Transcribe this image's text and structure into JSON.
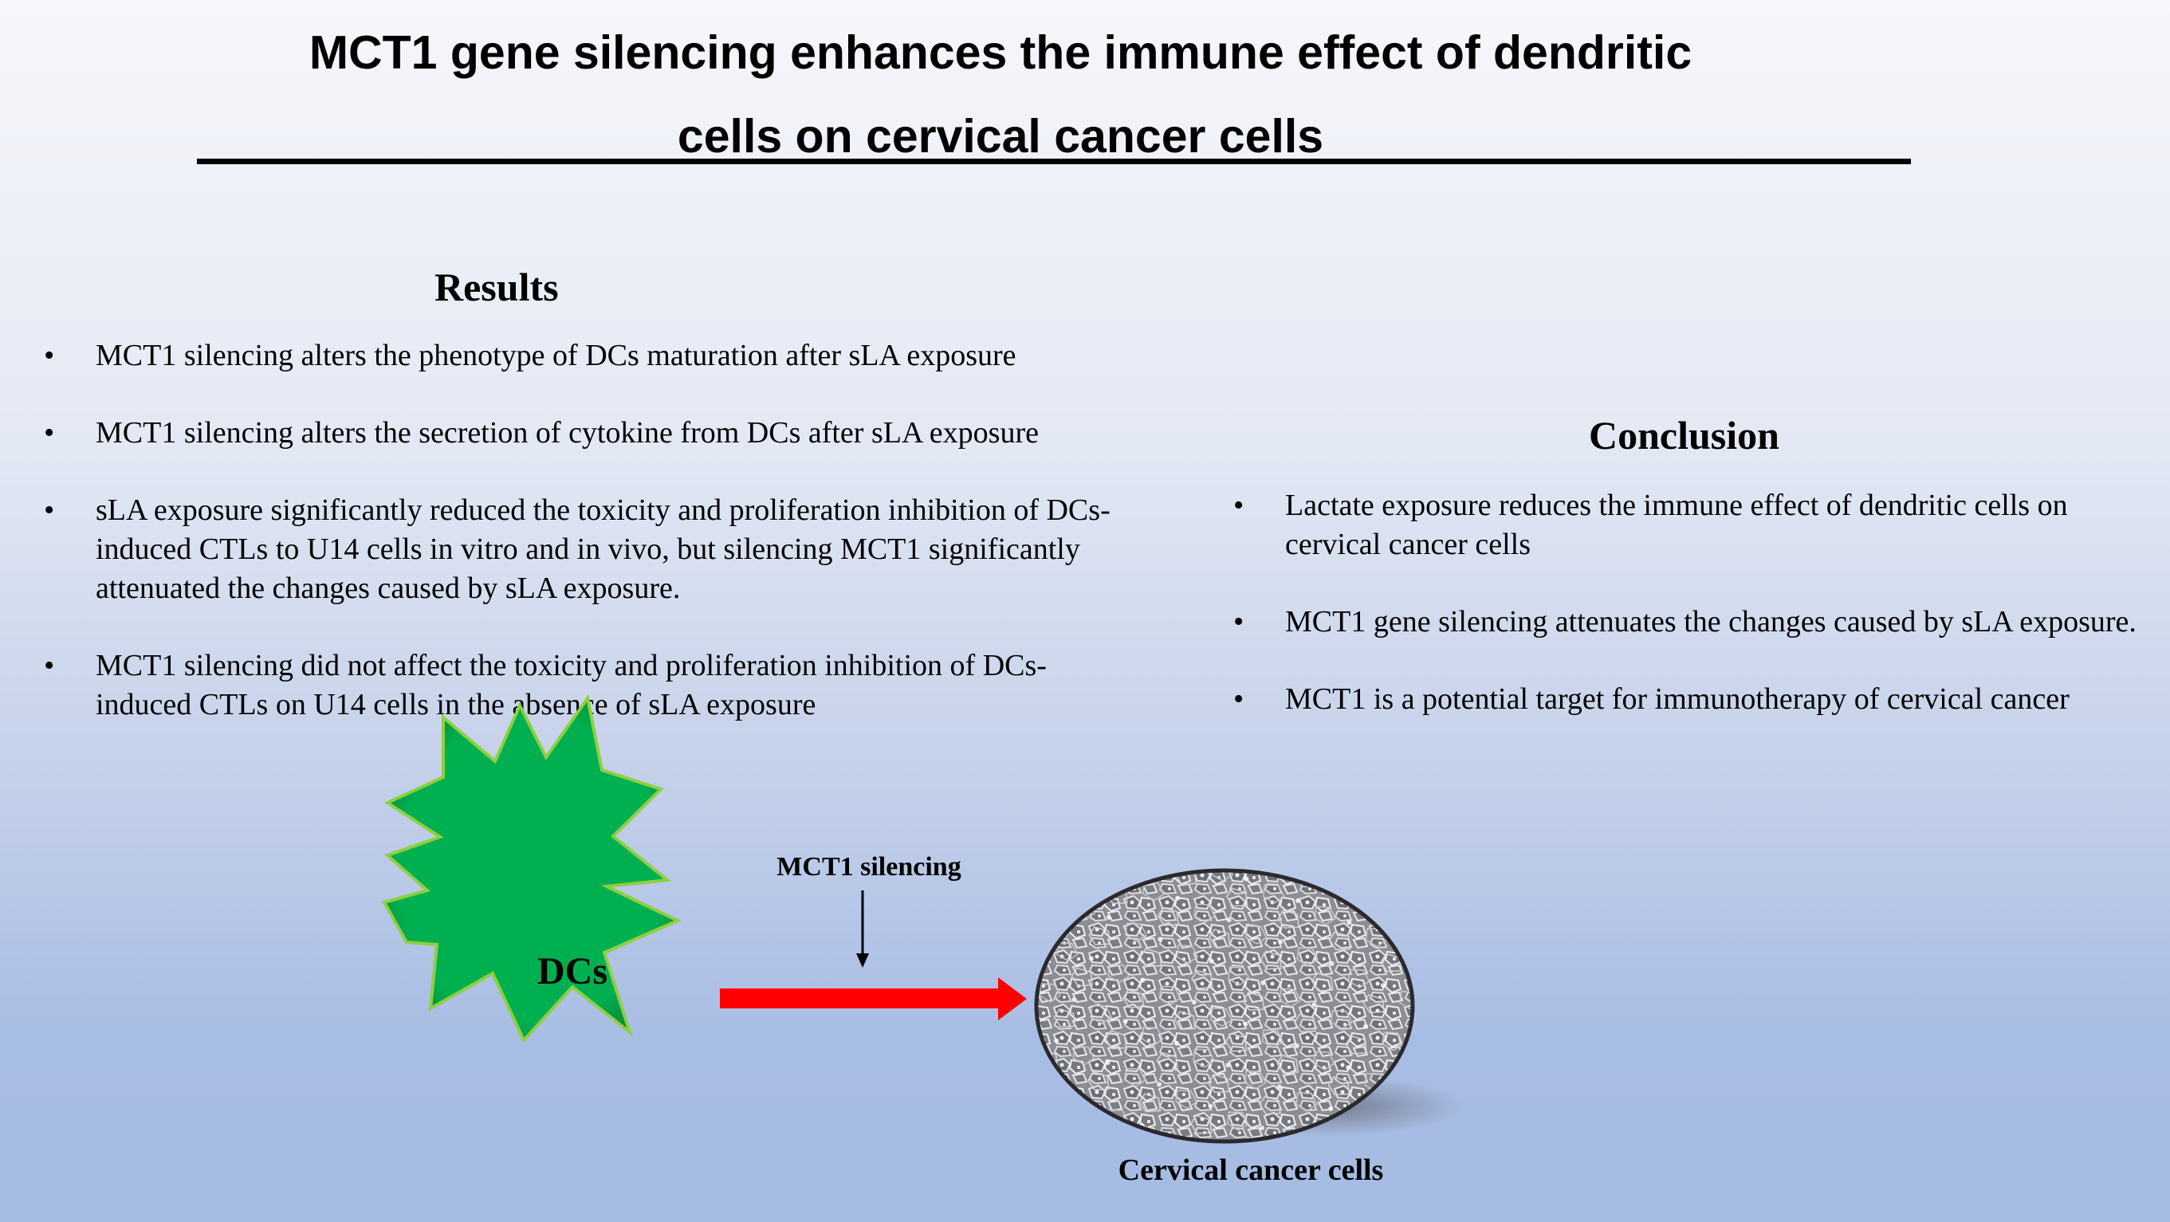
{
  "title": {
    "line1": "MCT1 gene silencing enhances the immune effect of dendritic",
    "line2": "cells on cervical cancer cells"
  },
  "results": {
    "heading": "Results",
    "items": [
      "MCT1 silencing alters the phenotype of DCs maturation after sLA exposure",
      "MCT1 silencing alters the secretion of cytokine from DCs after sLA exposure",
      "sLA exposure significantly reduced the toxicity and proliferation inhibition of DCs-induced CTLs to U14 cells in vitro and in vivo, but silencing MCT1 significantly attenuated the changes caused by sLA exposure.",
      "MCT1 silencing did not affect the toxicity and proliferation inhibition of DCs-induced CTLs on U14 cells in the absence of sLA exposure"
    ]
  },
  "conclusion": {
    "heading": "Conclusion",
    "items": [
      "Lactate exposure reduces the immune effect of dendritic cells on cervical cancer cells",
      "MCT1 gene silencing attenuates the changes caused by sLA exposure.",
      "MCT1 is a potential target for immunotherapy of cervical cancer"
    ]
  },
  "diagram": {
    "dc_label": "DCs",
    "intervention_label": "MCT1 silencing",
    "target_label": "Cervical cancer cells",
    "colors": {
      "dc_fill": "#00b050",
      "arrow": "#ff0000",
      "cells_fill": "#8a8a90"
    }
  }
}
